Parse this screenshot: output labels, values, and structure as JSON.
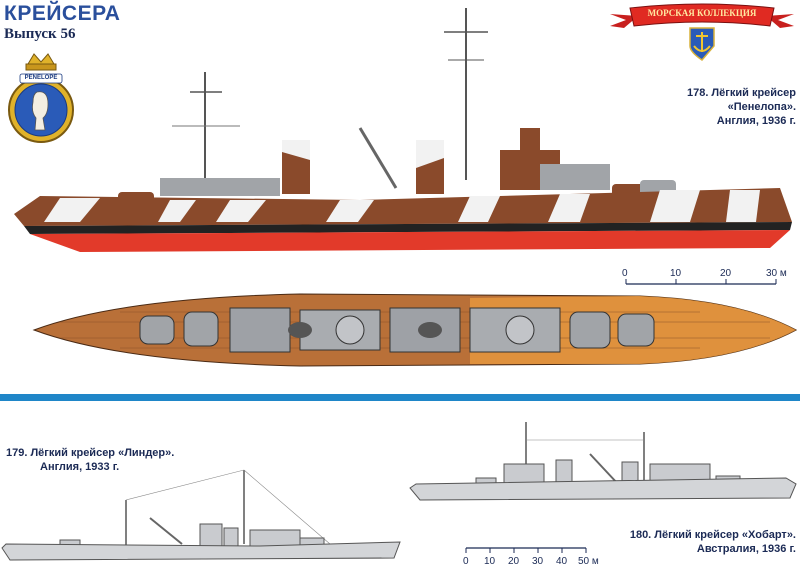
{
  "header": {
    "series_title": "КРЕЙСЕРА",
    "issue": "Выпуск 56"
  },
  "badges": {
    "ship_crest_text": "PENELOPE",
    "collection_ribbon_text": "МОРСКАЯ КОЛЛЕКЦИЯ"
  },
  "ships": {
    "penelope": {
      "line1": "178. Лёгкий крейсер",
      "line2": "«Пенелопа».",
      "line3": "Англия, 1936 г."
    },
    "leander": {
      "line1": "179. Лёгкий крейсер «Линдер».",
      "line2": "Англия, 1933 г."
    },
    "hobart": {
      "line1": "180. Лёгкий крейсер «Хобарт».",
      "line2": "Австралия, 1936 г."
    }
  },
  "scale_top": {
    "ticks": [
      "0",
      "10",
      "20",
      "30 м"
    ]
  },
  "scale_bottom": {
    "ticks": [
      "0",
      "10",
      "20",
      "30",
      "40",
      "50 м"
    ]
  },
  "colors": {
    "hull_camo_brown": "#8a4a2b",
    "camo_white": "#f2f2f2",
    "waterline_red": "#e23a2a",
    "deck_wood": "#c9793a",
    "deck_wood_light": "#e89a3f",
    "hull_grey": "#c9cbcf",
    "divider_blue": "#1f86c8",
    "title_blue": "#2a4f9c"
  }
}
